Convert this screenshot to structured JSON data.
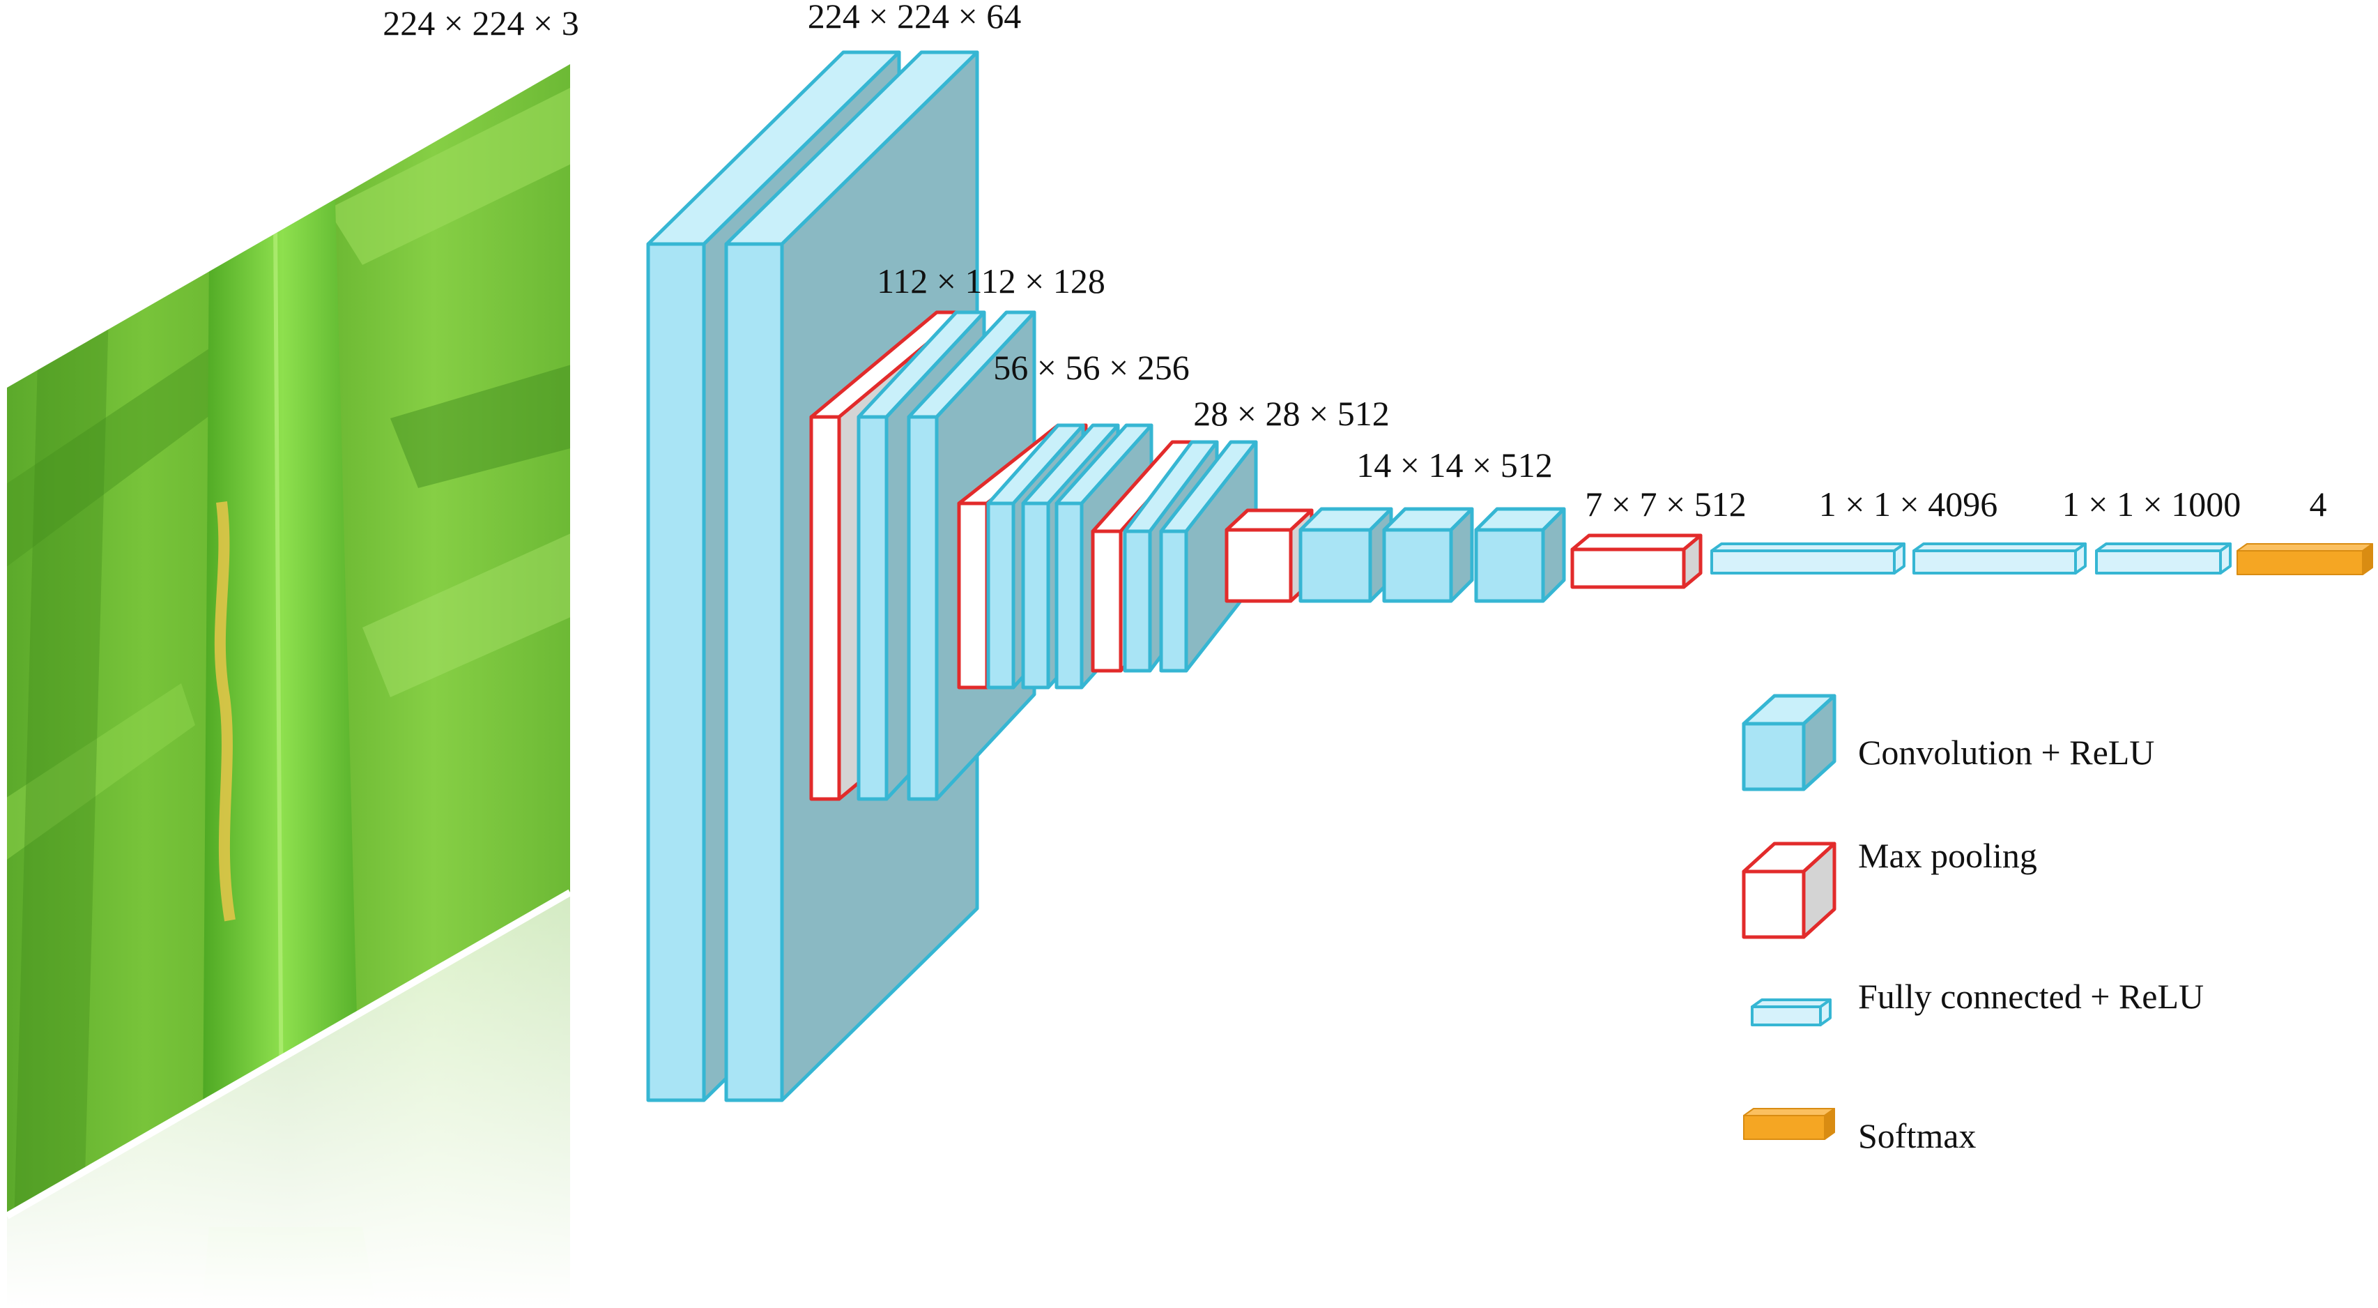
{
  "colors": {
    "conv_front": "#a9e4f5",
    "conv_top": "#c9f0fa",
    "conv_side": "#8ab9c3",
    "conv_edge": "#36b6d3",
    "pool_front": "#ffffff",
    "pool_side": "#d4d4d4",
    "pool_edge": "#e22b2b",
    "fc_front": "#d6f2fb",
    "fc_edge": "#36b6d3",
    "softmax_front": "#f5a623",
    "softmax_top": "#fbc060",
    "softmax_side": "#d98c12"
  },
  "input_image": {
    "subject": "green rice leaf photograph with reflection"
  },
  "dimension_labels": [
    "224 × 224 × 3",
    "224 × 224 × 64",
    "112 × 112 × 128",
    "56 × 56 × 256",
    "28 × 28 × 512",
    "14 × 14 × 512",
    "7 × 7 × 512",
    "1 × 1 × 4096",
    "1 × 1 × 1000",
    "4"
  ],
  "legend": [
    {
      "type": "conv",
      "label": "Convolution + ReLU"
    },
    {
      "type": "pool",
      "label": "Max pooling"
    },
    {
      "type": "fc",
      "label": "Fully connected + ReLU"
    },
    {
      "type": "softmax",
      "label": "Softmax"
    }
  ]
}
